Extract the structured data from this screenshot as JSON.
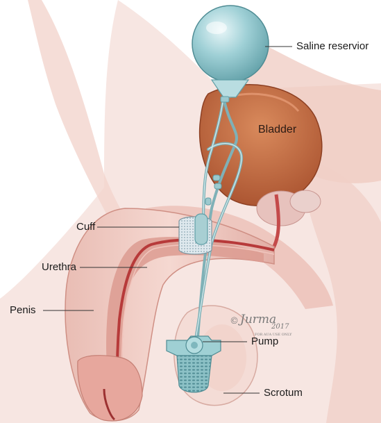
{
  "labels": {
    "reservoir": "Saline reservior",
    "bladder": "Bladder",
    "cuff": "Cuff",
    "urethra": "Urethra",
    "penis": "Penis",
    "pump": "Pump",
    "scrotum": "Scrotum"
  },
  "signature": {
    "copyright": "©",
    "name": "Jurma",
    "year": "2017",
    "note": "FOR AUA USE ONLY"
  },
  "colors": {
    "skin": "#f3dcd6",
    "tissue": "#e7b6ad",
    "bladder": "#c76b45",
    "device": "#a8cfd3",
    "device_dark": "#6fa6ad",
    "urethra": "#c44a4a",
    "leader": "#333333"
  }
}
